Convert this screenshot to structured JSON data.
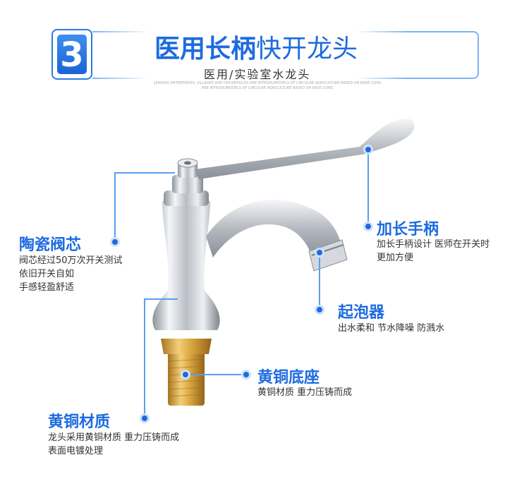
{
  "header": {
    "number": "3",
    "title_bold": "医用长柄",
    "title_light": "快开龙头",
    "subtitle": "医用/实验室水龙头",
    "fine_print_1": "LEADING ENTERPRISES, VILLAGES AND HOUSEHOLDS ARE INTRODUMODELS OF CIRCULAR AGRICULTURE BASED ON BASE CONS",
    "fine_print_2": "ARE INTRODUMODELS OF CIRCULAR AGRICULTURE BASED ON BASE CONS"
  },
  "features": {
    "valve_core": {
      "title": "陶瓷阀芯",
      "desc": [
        "阀芯经过50万次开关测试",
        "依旧开关自如",
        "手感轻盈舒适"
      ]
    },
    "handle": {
      "title": "加长手柄",
      "desc": [
        "加长手柄设计 医师在开关时",
        "更加方便"
      ]
    },
    "aerator": {
      "title": "起泡器",
      "desc": [
        "出水柔和 节水降噪 防溅水"
      ]
    },
    "brass_base": {
      "title": "黄铜底座",
      "desc": [
        "黄铜材质 重力压铸而成"
      ]
    },
    "brass_material": {
      "title": "黄铜材质",
      "desc": [
        "龙头采用黄铜材质 重力压铸而成",
        "表面电镀处理"
      ]
    }
  },
  "colors": {
    "accent": "#1d6be0",
    "line": "#5b9ef0",
    "chrome": "#c8ccd2",
    "brass": "#d9a640"
  }
}
